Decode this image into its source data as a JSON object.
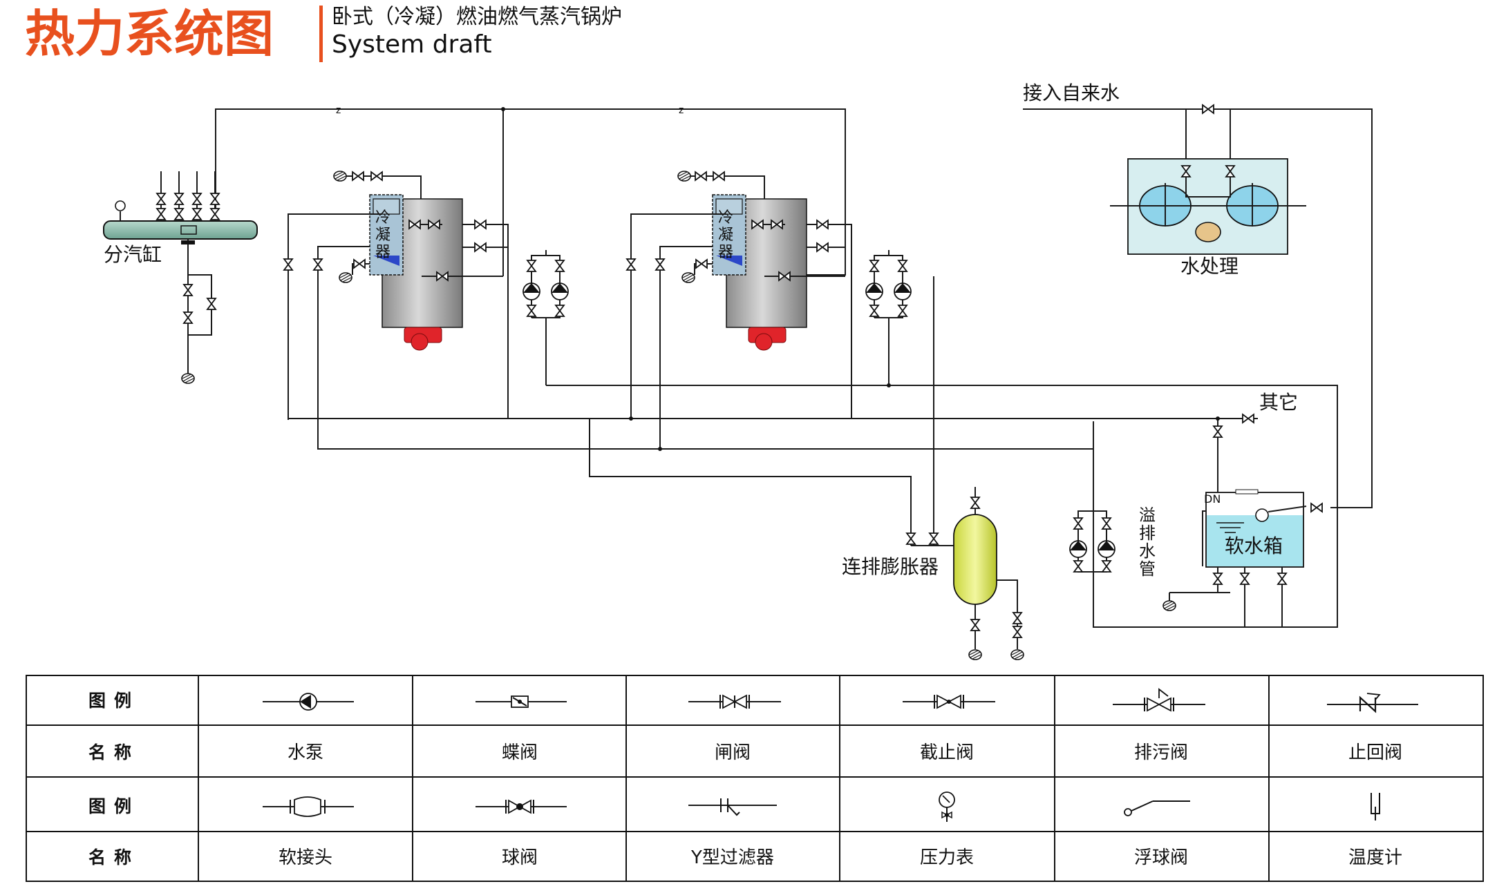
{
  "header": {
    "title": "热力系统图",
    "subtitle_cn": "卧式（冷凝）燃油燃气蒸汽锅炉",
    "subtitle_en": "System draft",
    "title_color": "#e8501e"
  },
  "labels": {
    "steam_header": "分汽缸",
    "condenser_1": [
      "冷",
      "凝",
      "器"
    ],
    "condenser_2": [
      "冷",
      "凝",
      "器"
    ],
    "tap_water_in": "接入自来水",
    "water_treatment": "水处理",
    "other": "其它",
    "blowdown_expander": "连排膨胀器",
    "overflow_pipe": [
      "溢",
      "排",
      "水",
      "管"
    ],
    "dn": "DN",
    "soft_water_tank": "软水箱",
    "pipe_mark_1": "z",
    "pipe_mark_2": "z"
  },
  "colors": {
    "steam_header": "#8fbfb0",
    "boiler_body": "#a8a8a8",
    "burner": "#e0242a",
    "condenser": "#a9c4d6",
    "water_treatment_box": "#d7eef0",
    "resin_tank": "#8ed3ea",
    "salt_tank": "#e6c48a",
    "expander": "#e6ef6a",
    "soft_water": "#a8e4ee"
  },
  "legend": {
    "row1_header": "图例",
    "row2_header": "名称",
    "row3_header": "图例",
    "row4_header": "名称",
    "names_row1": [
      "水泵",
      "蝶阀",
      "闸阀",
      "截止阀",
      "排污阀",
      "止回阀"
    ],
    "names_row2": [
      "软接头",
      "球阀",
      "Y型过滤器",
      "压力表",
      "浮球阀",
      "温度计"
    ],
    "icons_row1": [
      "pump-icon",
      "butterfly-valve-icon",
      "gate-valve-icon",
      "globe-valve-icon",
      "blowdown-valve-icon",
      "check-valve-icon"
    ],
    "icons_row2": [
      "flexible-joint-icon",
      "ball-valve-icon",
      "y-strainer-icon",
      "pressure-gauge-icon",
      "float-valve-icon",
      "thermometer-icon"
    ]
  }
}
